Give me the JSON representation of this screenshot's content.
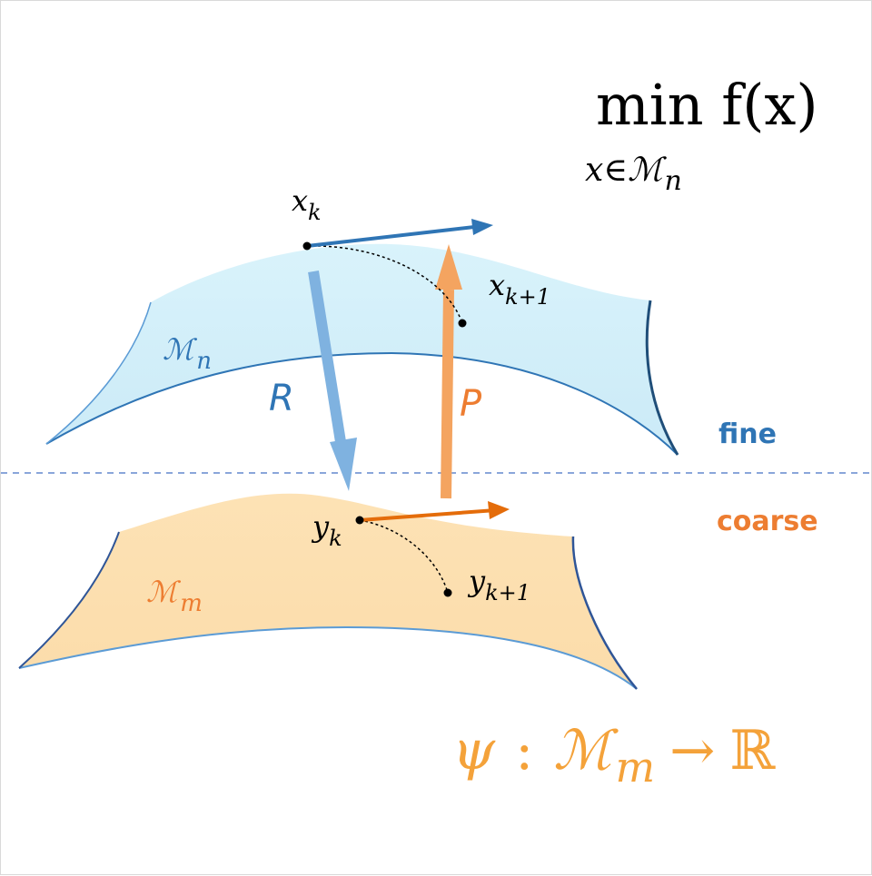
{
  "colors": {
    "fine": "#2f75b5",
    "coarse": "#ed7d31",
    "fine_surface": "#d6f2fa",
    "coarse_surface": "#fde3b8",
    "restriction_arrow": "#7fb2e0",
    "prolongation_arrow": "#f4a460",
    "text": "#000000",
    "divider": "#4472c4"
  },
  "objective": {
    "main": "min f(x)",
    "subscript": "x∈ℳ",
    "subscript_index": "n"
  },
  "fine_manifold": {
    "symbol": "ℳ",
    "index": "n"
  },
  "coarse_manifold": {
    "symbol": "ℳ",
    "index": "m"
  },
  "points": {
    "x_k": {
      "base": "x",
      "sub": "k"
    },
    "x_k1": {
      "base": "x",
      "sub": "k+1"
    },
    "y_k": {
      "base": "y",
      "sub": "k"
    },
    "y_k1": {
      "base": "y",
      "sub": "k+1"
    }
  },
  "operators": {
    "restriction": "R",
    "prolongation": "P"
  },
  "levels": {
    "fine": "fine",
    "coarse": "coarse"
  },
  "coarse_function": {
    "psi": "ψ",
    "colon": ":",
    "domain_symbol": "ℳ",
    "domain_index": "m",
    "arrow": "→",
    "codomain": "ℝ"
  }
}
